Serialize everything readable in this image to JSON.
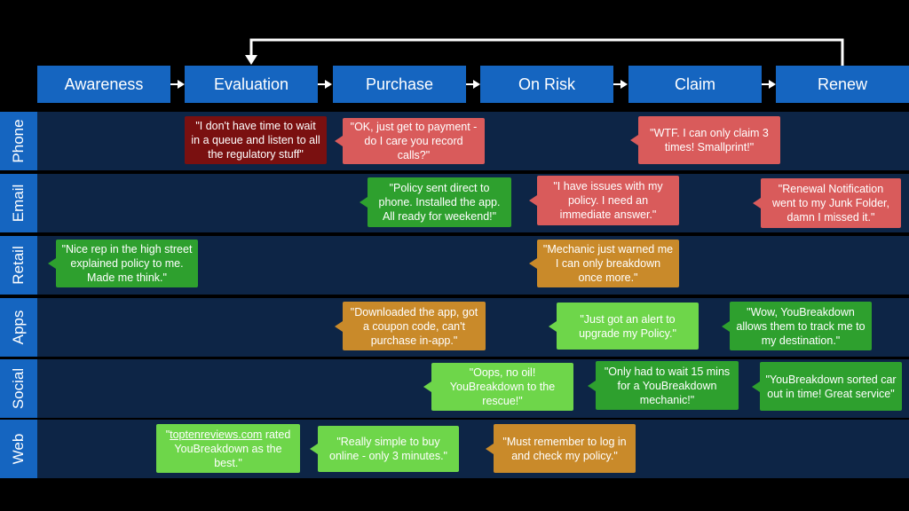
{
  "stages": [
    "Awareness",
    "Evaluation",
    "Purchase",
    "On Risk",
    "Claim",
    "Renew"
  ],
  "channels": [
    "Phone",
    "Email",
    "Retail",
    "Apps",
    "Social",
    "Web"
  ],
  "colors": {
    "stage_blue": "#1565c0",
    "lane_bg": "#0d2546",
    "dark_red": "#7a1010",
    "red": "#d95b5b",
    "green": "#2ea02e",
    "light_green": "#6ed64a",
    "orange": "#c98a2a"
  },
  "cards": {
    "phone_eval": "\"I don't have time to wait in a queue and listen to all the regulatory stuff\"",
    "phone_purchase": "\"OK, just get to payment - do I care you record calls?\"",
    "phone_claim": "\"WTF. I can only claim 3 times! Smallprint!\"",
    "email_purchase": "\"Policy sent direct to phone. Installed the app. All ready for weekend!\"",
    "email_onrisk": "\"I have issues with my policy.  I need an immediate answer.\"",
    "email_renew": "\"Renewal Notification went to my Junk Folder, damn I missed it.\"",
    "retail_awareness": "\"Nice rep in the high street explained policy to me. Made me think.\"",
    "retail_onrisk": "\"Mechanic just warned me I can only breakdown once more.\"",
    "apps_purchase": "\"Downloaded the app, got a coupon code, can't purchase in-app.\"",
    "apps_onrisk": "\"Just got an alert to upgrade my Policy.\"",
    "apps_renew": "\"Wow, YouBreakdown allows them to track me to my destination.\"",
    "social_purchase": "\"Oops, no oil! YouBreakdown to the rescue!\"",
    "social_claim": "\"Only had to wait 15 mins for a YouBreakdown mechanic!\"",
    "social_renew": "\"YouBreakdown sorted car out in time! Great service\"",
    "web_eval_link": "toptenreviews.com",
    "web_eval_rest": " rated YouBreakdown as the best.\"",
    "web_purchase": "\"Really simple to buy online - only 3 minutes.\"",
    "web_onrisk": "\"Must remember to log in and check my policy.\""
  }
}
